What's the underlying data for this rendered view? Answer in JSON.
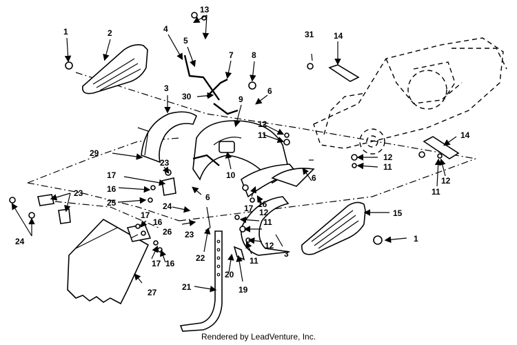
{
  "footer": "Rendered by LeadVenture, Inc.",
  "callouts": [
    "1",
    "2",
    "3",
    "4",
    "5",
    "6",
    "7",
    "8",
    "9",
    "10",
    "11",
    "12",
    "13",
    "14",
    "15",
    "16",
    "17",
    "19",
    "20",
    "21",
    "22",
    "23",
    "24",
    "25",
    "26",
    "27",
    "29",
    "30",
    "31"
  ]
}
